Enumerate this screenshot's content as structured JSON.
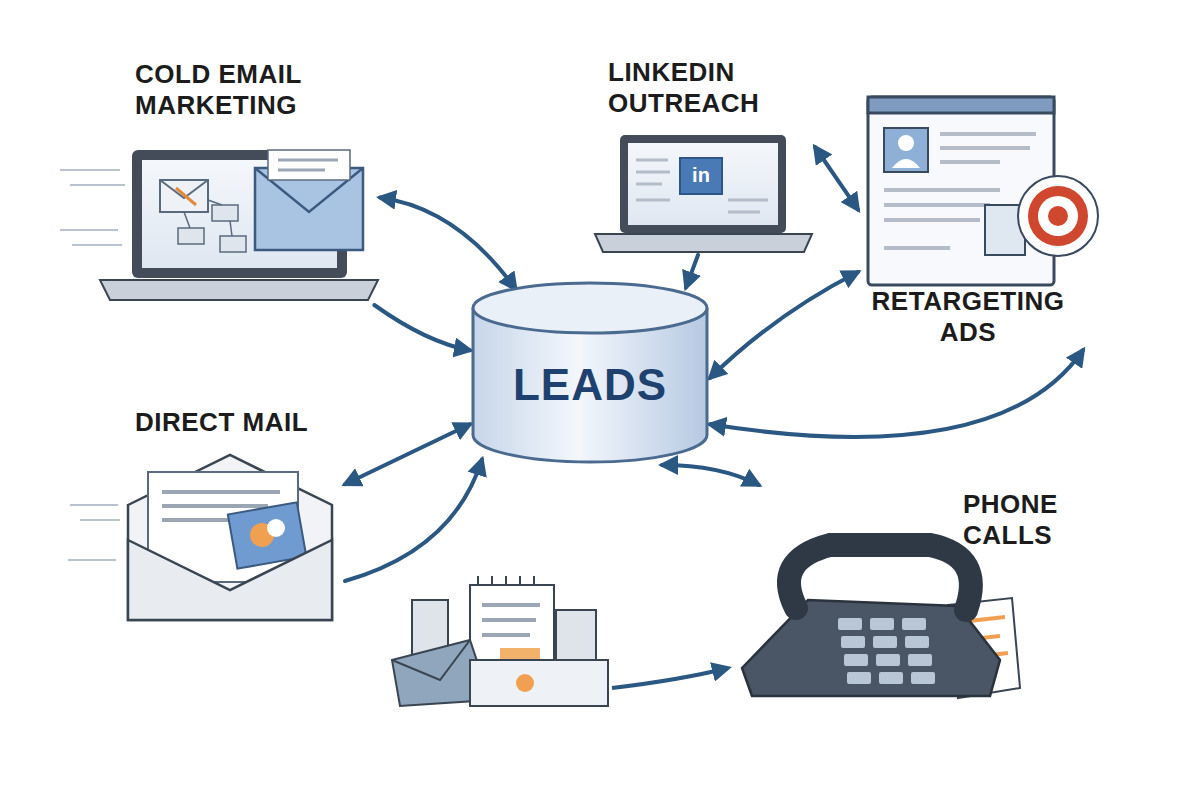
{
  "diagram": {
    "nodes": [
      {
        "text": [
          "COLD EMAIL MARKETING"
        ]
      },
      {
        "text": [
          "LINKEDIN OUTREACH"
        ]
      },
      {
        "text": [
          "RETARGETING ADS"
        ]
      },
      {
        "text": [
          "LEADS"
        ]
      },
      {
        "text": [
          "DIRECT MAIL"
        ]
      },
      {
        "text": [
          "PHONE CALLS"
        ]
      }
    ],
    "edges": [
      {
        "from": 0,
        "to": 3,
        "arrow": "both"
      },
      {
        "from": 0,
        "to": 3,
        "arrow": "to"
      },
      {
        "from": 1,
        "to": 3,
        "arrow": "to"
      },
      {
        "from": 1,
        "to": 2,
        "arrow": "both"
      },
      {
        "from": 2,
        "to": 3,
        "arrow": "both"
      },
      {
        "from": 3,
        "to": 2,
        "arrow": "both"
      },
      {
        "from": 4,
        "to": 3,
        "arrow": "both"
      },
      {
        "from": 4,
        "to": 3,
        "arrow": "to"
      },
      {
        "from": 3,
        "to": 5,
        "arrow": "both"
      }
    ],
    "labels": [
      "in"
    ]
  }
}
